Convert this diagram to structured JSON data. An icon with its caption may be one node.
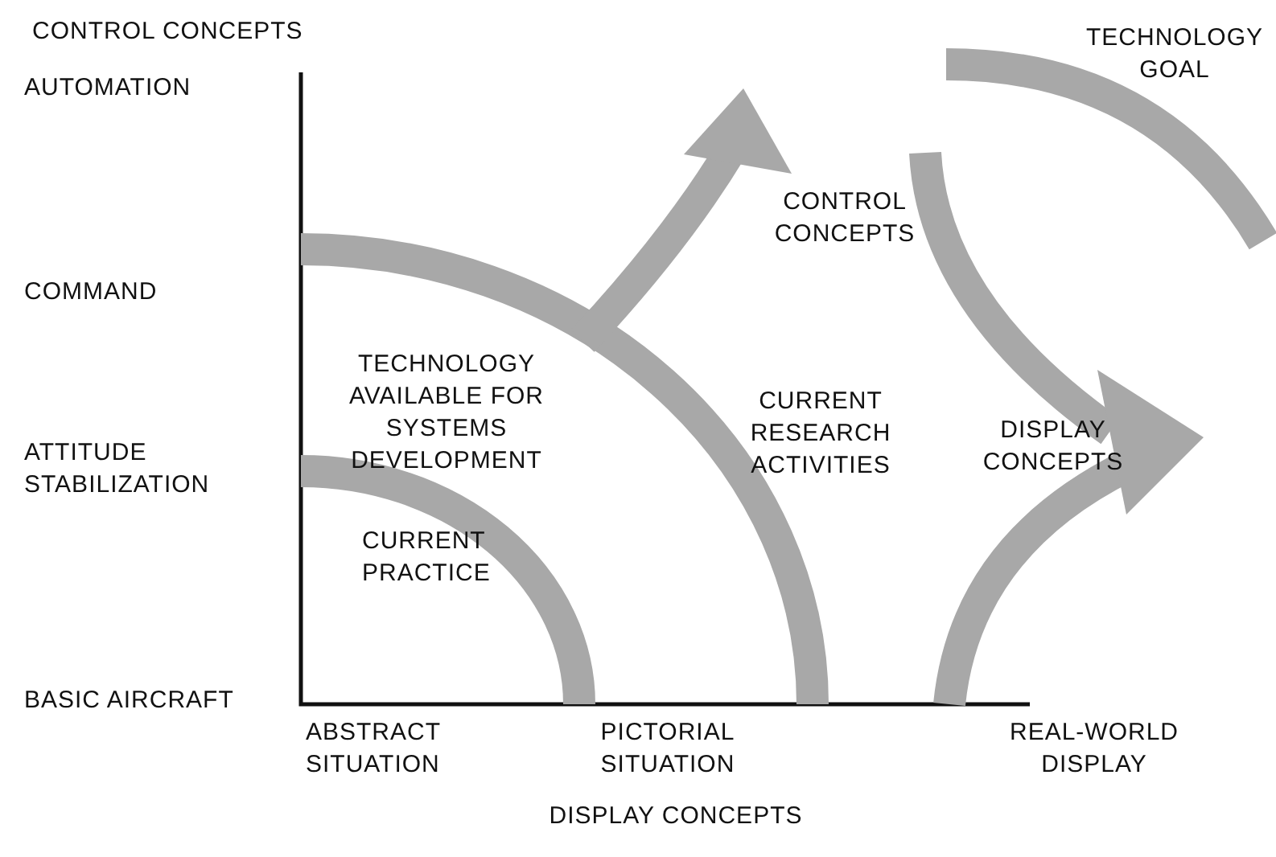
{
  "diagram": {
    "labels": [
      "CONTROL CONCEPTS",
      "AUTOMATION",
      "TECHNOLOGY GOAL",
      "CONTROL CONCEPTS",
      "COMMAND",
      "TECHNOLOGY AVAILABLE FOR SYSTEMS DEVELOPMENT",
      "CURRENT RESEARCH ACTIVITIES",
      "ATTITUDE STABILIZATION",
      "DISPLAY CONCEPTS",
      "CURRENT PRACTICE",
      "BASIC AIRCRAFT",
      "ABSTRACT SITUATION",
      "PICTORIAL SITUATION",
      "REAL-WORLD DISPLAY",
      "DISPLAY CONCEPTS"
    ]
  }
}
